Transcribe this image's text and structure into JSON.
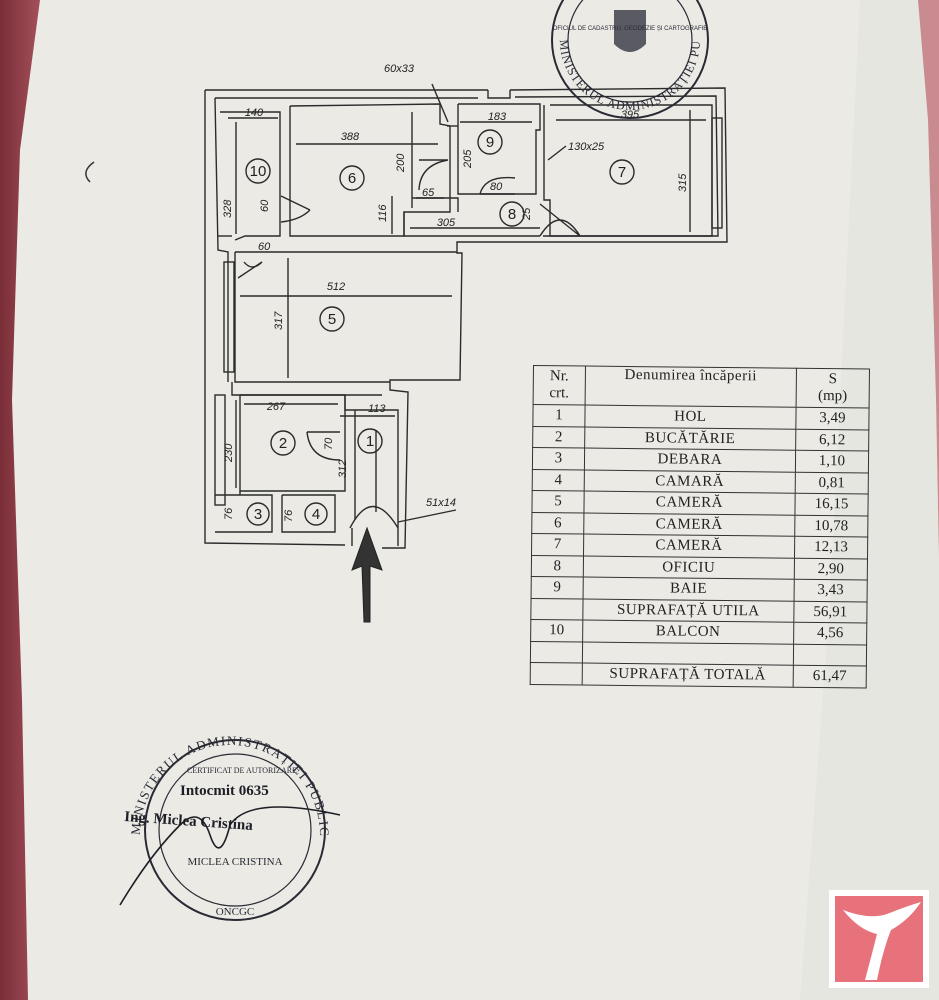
{
  "table": {
    "headers": {
      "nr": "Nr.\ncrt.",
      "name": "Denumirea încăperii",
      "area": "S\n(mp)"
    },
    "rows": [
      {
        "nr": "1",
        "name": "HOL",
        "area": "3,49"
      },
      {
        "nr": "2",
        "name": "BUCĂTĂRIE",
        "area": "6,12"
      },
      {
        "nr": "3",
        "name": "DEBARA",
        "area": "1,10"
      },
      {
        "nr": "4",
        "name": "CAMARĂ",
        "area": "0,81"
      },
      {
        "nr": "5",
        "name": "CAMERĂ",
        "area": "16,15"
      },
      {
        "nr": "6",
        "name": "CAMERĂ",
        "area": "10,78"
      },
      {
        "nr": "7",
        "name": "CAMERĂ",
        "area": "12,13"
      },
      {
        "nr": "8",
        "name": "OFICIU",
        "area": "2,90"
      },
      {
        "nr": "9",
        "name": "BAIE",
        "area": "3,43"
      },
      {
        "nr": "",
        "name": "SUPRAFAȚĂ UTILA",
        "area": "56,91"
      },
      {
        "nr": "10",
        "name": "BALCON",
        "area": "4,56"
      },
      {
        "nr": "",
        "name": "",
        "area": ""
      },
      {
        "nr": "",
        "name": "SUPRAFAȚĂ TOTALĂ",
        "area": "61,47"
      }
    ]
  },
  "plan": {
    "rooms": [
      "1",
      "2",
      "3",
      "4",
      "5",
      "6",
      "7",
      "8",
      "9",
      "10"
    ],
    "dims": {
      "d60x33": "60x33",
      "d140": "140",
      "d388": "388",
      "d183": "183",
      "d395": "395",
      "d130x25": "130x25",
      "d200": "200",
      "d205": "205",
      "d65": "65",
      "d80a": "80",
      "d116": "116",
      "d305": "305",
      "d315": "315",
      "d328": "328",
      "d60a": "60",
      "d60b": "60",
      "d512": "512",
      "d317": "317",
      "d267": "267",
      "d113": "113",
      "d230": "230",
      "d70": "70",
      "d312": "312",
      "d76a": "76",
      "d76b": "76",
      "d51x14": "51x14",
      "d25": "25"
    }
  },
  "stamps": {
    "top": "MINISTERUL ADMINISTRAȚIEI PUBLICE",
    "top_inner": "OFICIUL DE CADASTRU, GEODEZIE ȘI CARTOGRAFIE",
    "bottom_ring": "MINISTERUL ADMINISTRAȚIEI PUBLICE",
    "bottom_cert": "CERTIFICAT DE AUTORIZARE",
    "bottom_name": "MICLEA CRISTINA",
    "bottom_oncgc": "ONCGC",
    "line1": "Intocmit 0635",
    "line2": "Ing. Miclea Cristina"
  },
  "colors": {
    "paper": "#ecebe6",
    "ink": "#222222",
    "stamp": "#2a2a35",
    "logo": "#e8727c"
  }
}
